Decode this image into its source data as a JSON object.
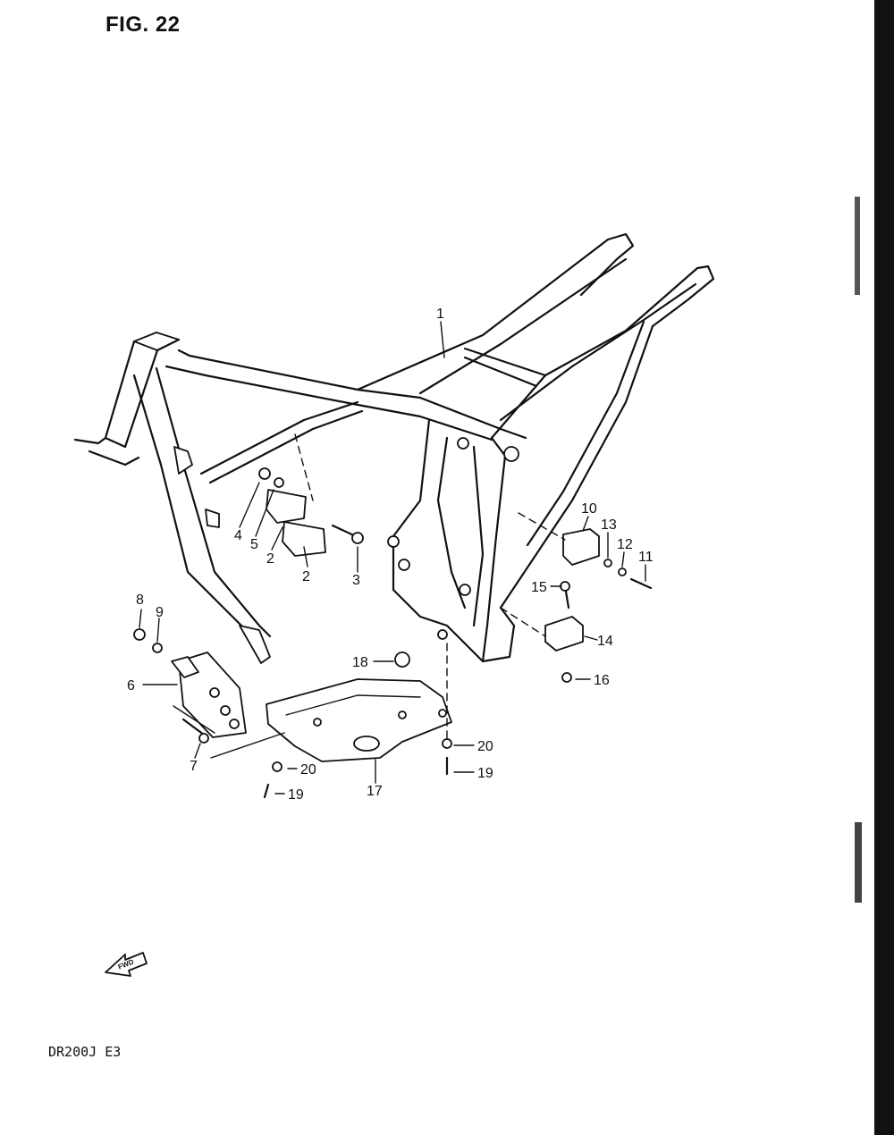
{
  "figure": {
    "title": "FIG. 22",
    "model_code": "DR200J  E3",
    "fwd_label": "FWD"
  },
  "callouts": [
    "1",
    "2",
    "2",
    "3",
    "4",
    "5",
    "6",
    "7",
    "8",
    "9",
    "10",
    "11",
    "12",
    "13",
    "14",
    "15",
    "16",
    "17",
    "18",
    "19",
    "19",
    "20",
    "20"
  ],
  "icons": {
    "fwd_arrow": "fwd-arrow-icon"
  },
  "colors": {
    "ink": "#111111",
    "paper": "#ffffff"
  }
}
